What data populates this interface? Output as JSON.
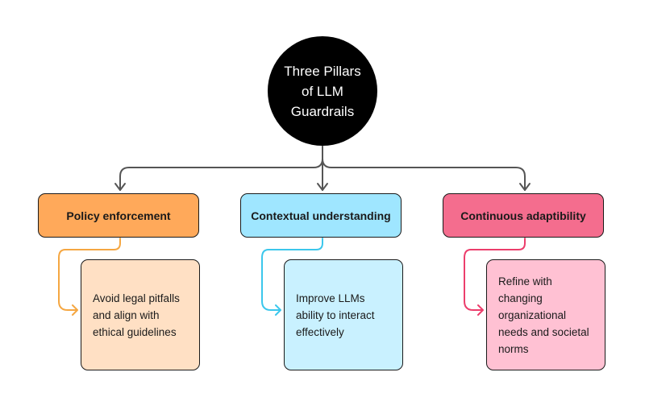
{
  "root": {
    "label": "Three Pillars of LLM Guardrails"
  },
  "pillars": [
    {
      "title": "Policy enforcement",
      "description": "Avoid legal pitfalls and align with ethical guidelines",
      "color": "#ffa95a",
      "detail_color": "#ffe0c4",
      "line_color": "#f5a742"
    },
    {
      "title": "Contextual understanding",
      "description": "Improve LLMs ability to interact effectively",
      "color": "#9fe6ff",
      "detail_color": "#c9f1ff",
      "line_color": "#3cc7ec"
    },
    {
      "title": "Continuous adaptibility",
      "description": "Refine with changing organizational needs and societal norms",
      "color": "#f46d8e",
      "detail_color": "#ffc1d3",
      "line_color": "#ec3e6c"
    }
  ],
  "colors": {
    "root": "#000000",
    "connector": "#555555",
    "border": "#1a1a1a"
  }
}
